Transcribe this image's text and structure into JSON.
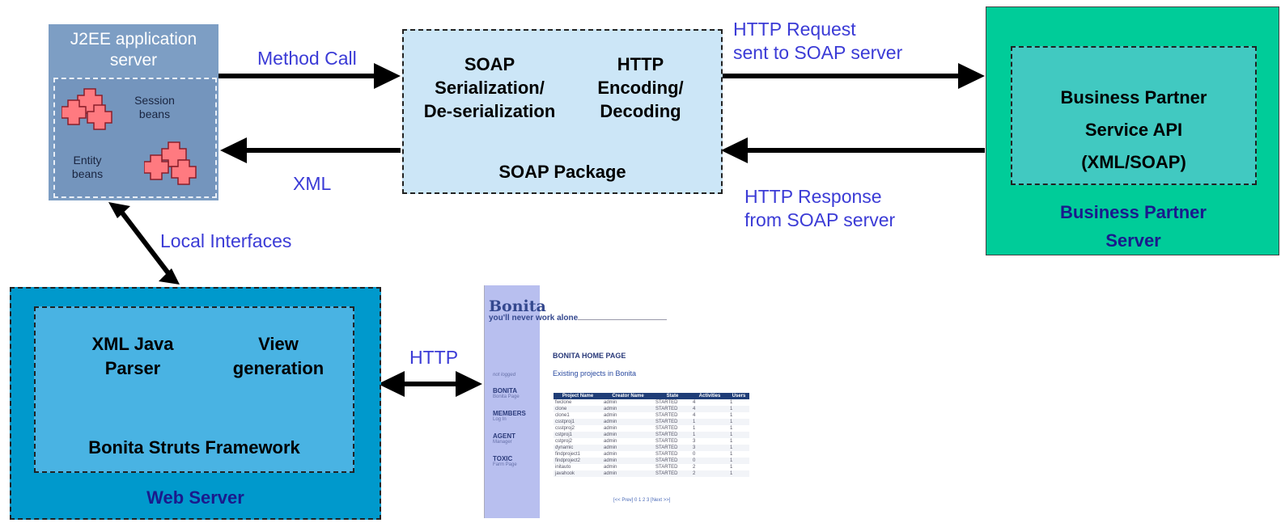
{
  "j2ee": {
    "title_line1": "J2EE application",
    "title_line2": "server",
    "session_line1": "Session",
    "session_line2": "beans",
    "entity_line1": "Entity",
    "entity_line2": "beans"
  },
  "arrows": {
    "method_call": "Method Call",
    "xml": "XML",
    "http_request_line1": "HTTP Request",
    "http_request_line2": "sent to SOAP server",
    "http_response_line1": "HTTP Response",
    "http_response_line2": "from SOAP server",
    "local_interfaces": "Local Interfaces",
    "http": "HTTP"
  },
  "soap": {
    "serialization_line1": "SOAP",
    "serialization_line2": "Serialization/",
    "serialization_line3": "De-serialization",
    "encoding_line1": "HTTP",
    "encoding_line2": "Encoding/",
    "encoding_line3": "Decoding",
    "package_label": "SOAP Package"
  },
  "bps": {
    "api_line1": "Business Partner",
    "api_line2": "Service API",
    "api_line3": "(XML/SOAP)",
    "label_line1": "Business Partner",
    "label_line2": "Server"
  },
  "web": {
    "parser_line1": "XML Java",
    "parser_line2": "Parser",
    "view_line1": "View",
    "view_line2": "generation",
    "framework": "Bonita Struts Framework",
    "label": "Web Server"
  },
  "bonita": {
    "logo": "Bonita",
    "tagline": "you'll never work alone",
    "home": "BONITA HOME PAGE",
    "existing": "Existing projects in Bonita",
    "not_logged": "not logged",
    "menu": [
      {
        "head": "BONITA",
        "sub": "Bonita Page"
      },
      {
        "head": "MEMBERS",
        "sub": "Log In"
      },
      {
        "head": "AGENT",
        "sub": "Manager"
      },
      {
        "head": "TOXIC",
        "sub": "Farm Page"
      }
    ],
    "table": {
      "headers": [
        "Project Name",
        "Creator Name",
        "State",
        "Activities",
        "Users"
      ],
      "rows": [
        [
          "fwclone",
          "admin",
          "STARTED",
          "4",
          "1"
        ],
        [
          "clone",
          "admin",
          "STARTED",
          "4",
          "1"
        ],
        [
          "clone1",
          "admin",
          "STARTED",
          "4",
          "1"
        ],
        [
          "csstproj1",
          "admin",
          "STARTED",
          "1",
          "1"
        ],
        [
          "csstproj2",
          "admin",
          "STARTED",
          "1",
          "1"
        ],
        [
          "cstproj1",
          "admin",
          "STARTED",
          "1",
          "1"
        ],
        [
          "cstproj2",
          "admin",
          "STARTED",
          "3",
          "1"
        ],
        [
          "dynamic",
          "admin",
          "STARTED",
          "3",
          "1"
        ],
        [
          "findproject1",
          "admin",
          "STARTED",
          "0",
          "1"
        ],
        [
          "findproject2",
          "admin",
          "STARTED",
          "0",
          "1"
        ],
        [
          "initauto",
          "admin",
          "STARTED",
          "2",
          "1"
        ],
        [
          "javahook",
          "admin",
          "STARTED",
          "2",
          "1"
        ]
      ]
    },
    "pager": "[<< Prev] 0 1 2 3 [Next >>]"
  }
}
